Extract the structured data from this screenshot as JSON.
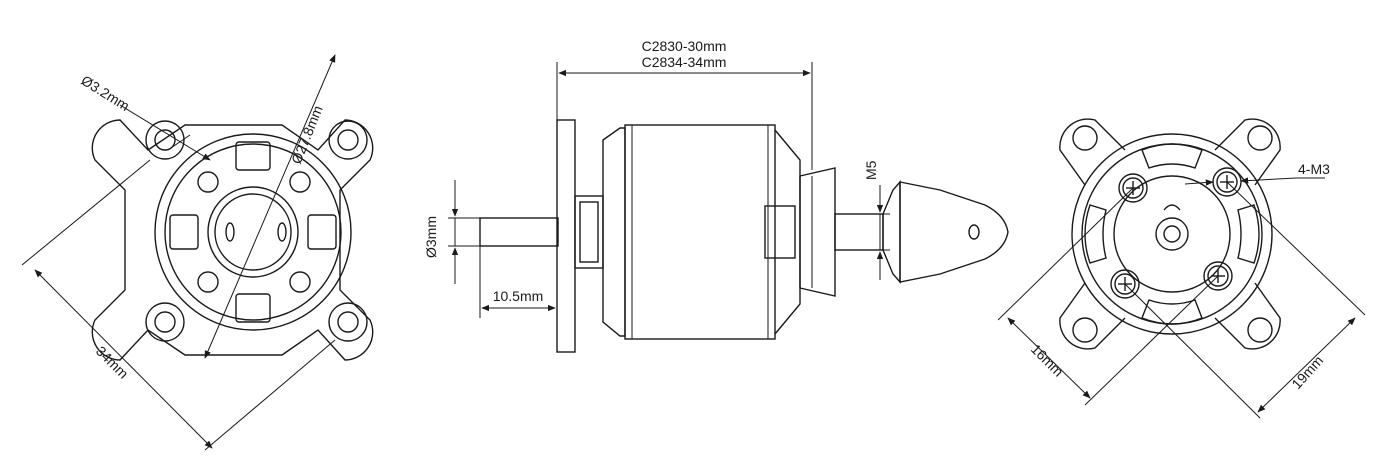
{
  "labels": {
    "front_hole_dia": "Ø3.2mm",
    "front_body_dia": "Ø27.8mm",
    "front_mount_span": "34mm",
    "length_1": "C2830-30mm",
    "length_2": "C2834-34mm",
    "shaft_dia": "Ø3mm",
    "shaft_length": "10.5mm",
    "thread": "M5",
    "rear_screw": "4-M3",
    "rear_span_a": "16mm",
    "rear_span_b": "19mm"
  }
}
